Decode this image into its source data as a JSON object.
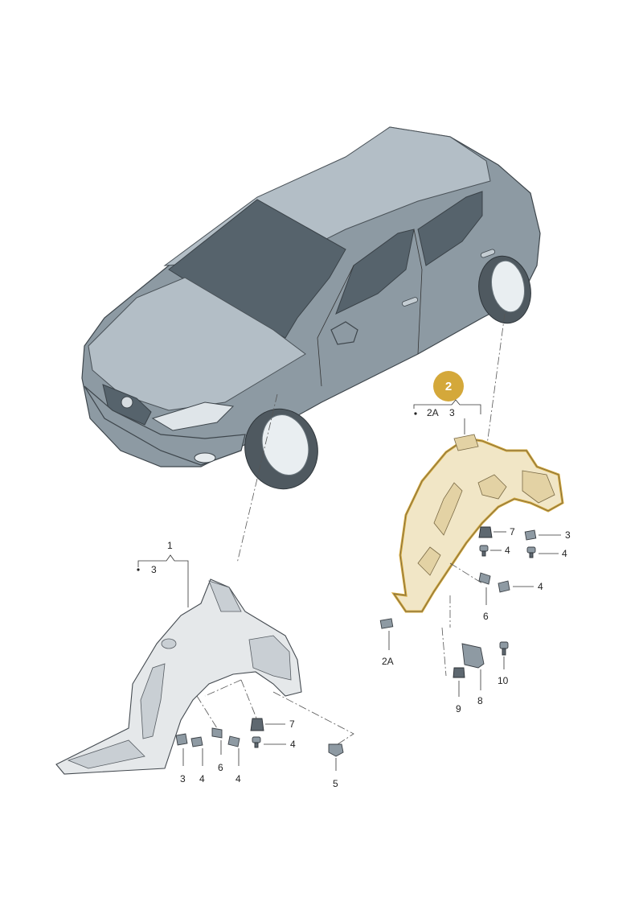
{
  "highlight": {
    "number": "2",
    "color": "#d4a83a"
  },
  "right_liner_labels": {
    "group_left": "2A",
    "group_right": "3",
    "clip_top": "7",
    "screw_a": "4",
    "nut_right": "3",
    "screw_b": "4",
    "screw_c": "4",
    "screw_d_num": "6",
    "nut_2a": "2A",
    "bracket": "8",
    "clip_9": "9",
    "screw_10": "10"
  },
  "left_liner_labels": {
    "group_top": "1",
    "group_sub": "3",
    "clip_7": "7",
    "screw_4a": "4",
    "nut_3": "3",
    "screw_4b": "4",
    "screw_6": "6",
    "screw_4c": "4",
    "clip_5": "5"
  },
  "colors": {
    "car": "#8d9aa3",
    "liner": "#e5e8ea",
    "highlight_liner": "#f1e6c6",
    "highlight_outline": "#d4a83a"
  }
}
